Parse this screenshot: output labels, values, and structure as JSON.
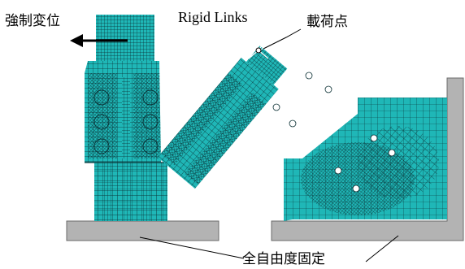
{
  "labels": {
    "forced_displacement": "強制変位",
    "rigid_links": "Rigid Links",
    "loading_point": "載荷点",
    "fully_fixed": "全自由度固定"
  },
  "colors": {
    "mesh_fill": "#1fb7b7",
    "mesh_fill_dark": "#0e8f8f",
    "mesh_line": "#0a2f33",
    "support": "#b3b3b3",
    "support_edge": "#6b6b6b",
    "arrow": "#000000",
    "bolt_hole": "#ffffff"
  }
}
